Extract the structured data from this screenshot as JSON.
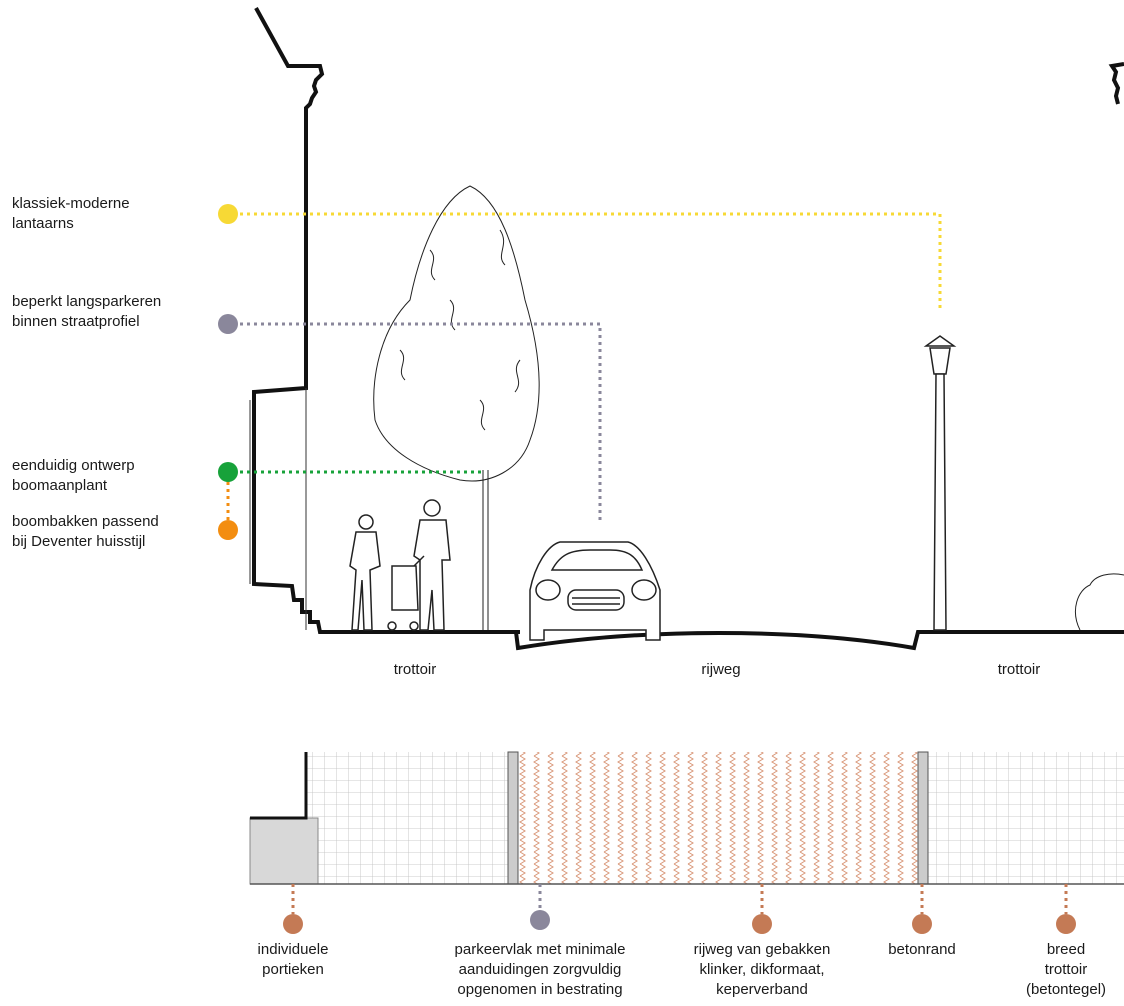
{
  "legend": [
    {
      "text": "klassiek-moderne\nlantaarns",
      "color": "#f7d935"
    },
    {
      "text": "beperkt langsparkeren\nbinnen straatprofiel",
      "color": "#8a879b"
    },
    {
      "text": "eenduidig ontwerp\nboomaanplant",
      "color": "#17a23a"
    },
    {
      "text": "boombakken passend\nbij Deventer huisstijl",
      "color": "#f38d10"
    }
  ],
  "section_labels": {
    "left_sidewalk": "trottoir",
    "road": "rijweg",
    "right_sidewalk": "trottoir"
  },
  "plan_labels": [
    {
      "text": "individuele\nportieken",
      "color": "#c47a55"
    },
    {
      "text": "parkeervlak met minimale\naanduidingen zorgvuldig\nopgenomen in bestrating",
      "color": "#8a879b"
    },
    {
      "text": "rijweg van gebakken\nklinker, dikformaat,\nkeperverband",
      "color": "#c47a55"
    },
    {
      "text": "betonrand",
      "color": "#c47a55"
    },
    {
      "text": "breed trottoir\n(betontegel)",
      "color": "#c47a55"
    }
  ]
}
